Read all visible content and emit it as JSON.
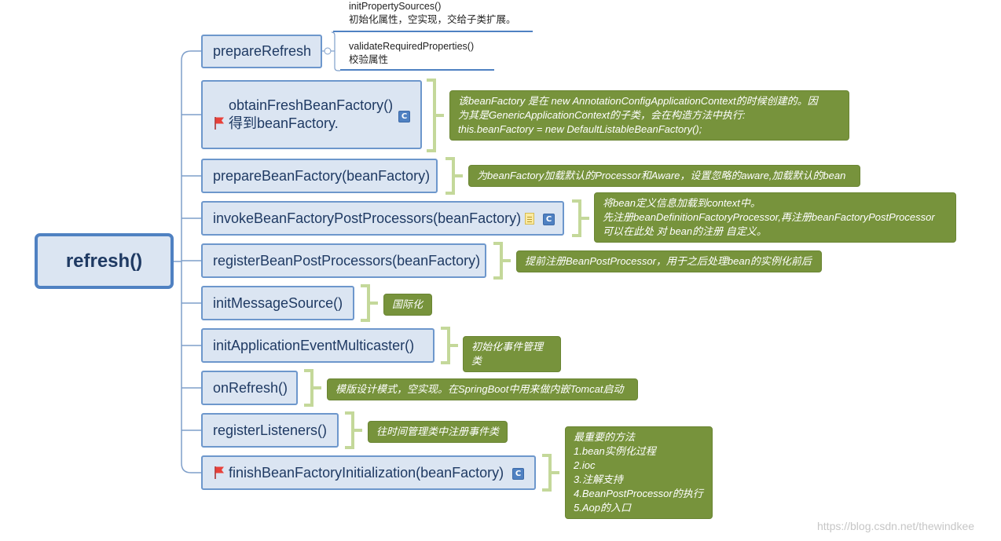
{
  "root": {
    "label": "refresh()"
  },
  "steps": [
    {
      "label": "prepareRefresh"
    },
    {
      "label_line1": "obtainFreshBeanFactory()",
      "label_line2": "得到beanFactory."
    },
    {
      "label": "prepareBeanFactory(beanFactory)"
    },
    {
      "label": "invokeBeanFactoryPostProcessors(beanFactory)"
    },
    {
      "label": "registerBeanPostProcessors(beanFactory)"
    },
    {
      "label": "initMessageSource()"
    },
    {
      "label": "initApplicationEventMulticaster()"
    },
    {
      "label": "onRefresh()"
    },
    {
      "label": "registerListeners()"
    },
    {
      "label": "finishBeanFactoryInitialization(beanFactory)"
    }
  ],
  "subtopics": [
    {
      "line1": "initPropertySources()",
      "line2": "初始化属性，空实现，交给子类扩展。"
    },
    {
      "line1": "validateRequiredProperties()",
      "line2": "校验属性"
    }
  ],
  "notes": [
    {
      "lines": [
        "该beanFactory 是在 new  AnnotationConfigApplicationContext的时候创建的。因",
        "为其是GenericApplicationContext的子类，会在构造方法中执行:",
        "this.beanFactory = new DefaultListableBeanFactory();"
      ]
    },
    {
      "lines": [
        "为beanFactory加载默认的Processor和Aware，设置忽略的aware,加载默认的bean"
      ]
    },
    {
      "lines": [
        "将bean定义信息加载到context中。",
        "先注册beanDefinitionFactoryProcessor,再注册beanFactoryPostProcessor",
        "可以在此处 对 bean的注册 自定义。"
      ]
    },
    {
      "lines": [
        "提前注册BeanPostProcessor，用于之后处理bean的实例化前后"
      ]
    },
    {
      "lines": [
        "国际化"
      ]
    },
    {
      "lines": [
        "初始化事件管理类"
      ]
    },
    {
      "lines": [
        "模版设计模式，空实现。在SpringBoot中用来做内嵌Tomcat启动"
      ]
    },
    {
      "lines": [
        "往时间管理类中注册事件类"
      ]
    },
    {
      "lines": [
        "最重要的方法",
        "1.bean实例化过程",
        "2.ioc",
        "3.注解支持",
        "4.BeanPostProcessor的执行",
        "5.Aop的入口"
      ]
    }
  ],
  "icons": {
    "c_marker": "C",
    "flag": "red-flag-icon",
    "note": "note-icon"
  },
  "colors": {
    "node_fill": "#dbe5f2",
    "node_border": "#6d97cc",
    "note_fill": "#77933c",
    "brace": "#c4d89a",
    "flag": "#e8413a"
  },
  "watermark": "https://blog.csdn.net/thewindkee"
}
